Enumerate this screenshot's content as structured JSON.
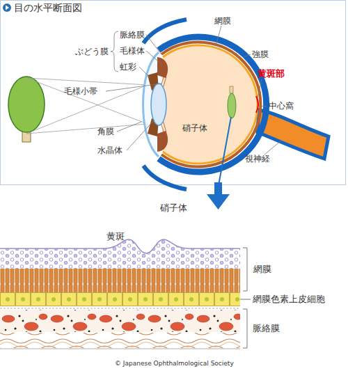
{
  "diagram": {
    "title": "目の水平断面図",
    "labels": [
      "脈絡膜",
      "ぶどう膜",
      "毛様体",
      "虹彩",
      "網膜",
      "強膜",
      "黄斑部",
      "毛様小帯",
      "中心窩",
      "角膜",
      "硝子体",
      "水晶体",
      "視神経",
      "硝子体",
      "黄斑",
      "網膜",
      "網膜色素上皮細胞",
      "脈絡膜",
      "© Japanese Ophthalmological Society"
    ]
  }
}
